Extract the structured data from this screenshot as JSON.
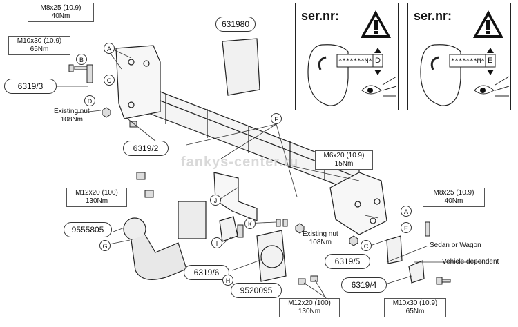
{
  "parts": {
    "bolt_b": {
      "spec": "M8x25 (10.9)",
      "torque": "40Nm"
    },
    "bolt_d": {
      "spec": "M10x30 (10.9)",
      "torque": "65Nm"
    },
    "nut_left": {
      "name": "Existing nut",
      "torque": "108Nm"
    },
    "bolt_f": {
      "spec": "M6x20 (10.9)",
      "torque": "15Nm"
    },
    "bolt_j": {
      "spec": "M12x20 (100)",
      "torque": "130Nm"
    },
    "bolt_a_right": {
      "spec": "M8x25 (10.9)",
      "torque": "40Nm"
    },
    "nut_right": {
      "name": "Existing nut",
      "torque": "108Nm"
    },
    "bolt_e": {
      "spec": "M10x30 (10.9)",
      "torque": "65Nm"
    },
    "bolt_bottom": {
      "spec": "M12x20 (100)",
      "torque": "130Nm"
    }
  },
  "part_numbers": {
    "kit_631980": "631980",
    "bracket_left": "6319/3",
    "crossbar": "6319/2",
    "ball": "9555805",
    "plate_left": "6319/6",
    "socket_plate": "9520095",
    "bracket_5": "6319/5",
    "bracket_4": "6319/4"
  },
  "notes": {
    "sedan": "Sedan or Wagon",
    "vehicle": "Vehicle dependent"
  },
  "callouts": [
    "A",
    "B",
    "C",
    "D",
    "E",
    "F",
    "G",
    "H",
    "I",
    "J",
    "K"
  ],
  "serial_panels": [
    {
      "title": "ser.nr:",
      "code": "*******M*",
      "letter": "D"
    },
    {
      "title": "ser.nr:",
      "code": "*******M*",
      "letter": "E"
    }
  ],
  "watermark": "fankys-center.ru",
  "colors": {
    "line": "#222222",
    "fill": "#f2f2f2",
    "warning": "#111111"
  }
}
